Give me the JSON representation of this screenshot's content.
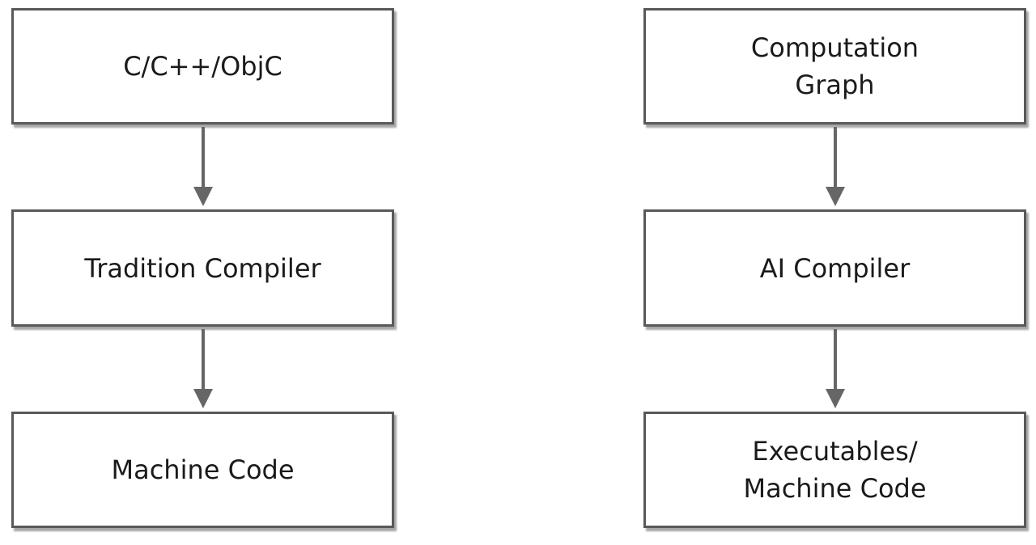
{
  "left_flow": {
    "source": "C/C++/ObjC",
    "compiler": "Tradition Compiler",
    "output": "Machine Code"
  },
  "right_flow": {
    "source": "Computation\nGraph",
    "compiler": "AI Compiler",
    "output": "Executables/\nMachine Code"
  },
  "colors": {
    "box_border": "#595959",
    "arrow": "#666666",
    "text": "#1a1a1a",
    "background": "#ffffff"
  }
}
